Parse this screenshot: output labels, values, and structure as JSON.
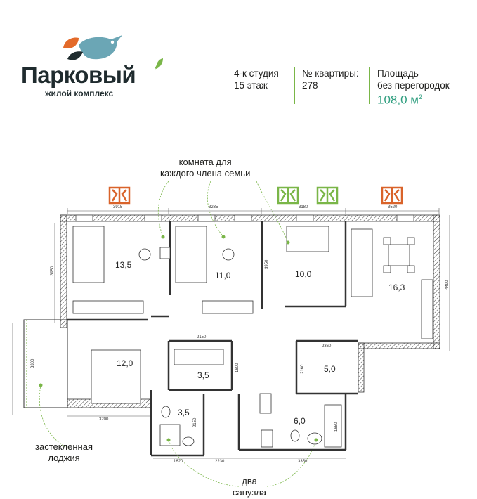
{
  "brand": {
    "name": "Парковый",
    "subtitle": "жилой комплекс",
    "bird_color": "#6ba6b5",
    "leaf_orange": "#e36a2a",
    "leaf_green": "#7ab648"
  },
  "info": {
    "type_line1": "4-к студия",
    "type_line2": "15 этаж",
    "apt_label": "№ квартиры:",
    "apt_number": "278",
    "area_label1": "Площадь",
    "area_label2": "без перегородок",
    "area_value": "108,0 м",
    "area_unit_sup": "2",
    "divider_color": "#7ab648",
    "accent_color": "#2f9e7f"
  },
  "callouts": {
    "rooms_line1": "комната для",
    "rooms_line2": "каждого члена семьи",
    "loggia_line1": "застекленная",
    "loggia_line2": "лоджия",
    "baths_line1": "два",
    "baths_line2": "санузла"
  },
  "rooms": {
    "r1": "13,5",
    "r2": "11,0",
    "r3": "10,0",
    "kitchen": "16,3",
    "bedroom": "12,0",
    "closet": "3,5",
    "bath1": "3,5",
    "storage": "5,0",
    "bath2": "6,0"
  },
  "dims": {
    "d3915": "3915",
    "d3235": "3235",
    "d3180": "3180",
    "d3520": "3520",
    "d3950a": "3950",
    "d3950b": "3950",
    "d4490": "4490",
    "d3300": "3300",
    "d3200": "3200",
    "d2150a": "2150",
    "d1600": "1600",
    "d2150b": "2150",
    "d2360": "2360",
    "d2160": "2160",
    "d1620": "1620",
    "d2230": "2230",
    "d3350": "3350",
    "d1650": "1650"
  },
  "window_colors": {
    "orange": "#d9632a",
    "green": "#7ab648"
  }
}
